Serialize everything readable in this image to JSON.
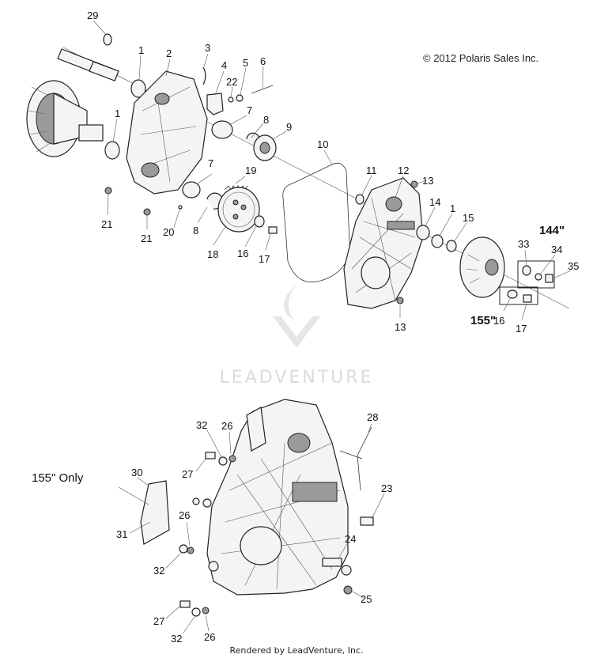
{
  "copyright": "© 2012 Polaris Sales Inc.",
  "rendered_by": "Rendered by LeadVenture, Inc.",
  "watermark": "LEADVENTURE",
  "notes": {
    "size_144": "144\"",
    "size_155": "155\"",
    "only_155": "155\" Only"
  },
  "top_labels": [
    "29",
    "1",
    "2",
    "3",
    "4",
    "5",
    "22",
    "6",
    "1",
    "7",
    "8",
    "9",
    "10",
    "21",
    "21",
    "20",
    "8",
    "7",
    "19",
    "18",
    "16",
    "17",
    "11",
    "12",
    "13",
    "14",
    "1",
    "15",
    "13",
    "33",
    "34",
    "35",
    "16",
    "17"
  ],
  "bottom_labels": [
    "32",
    "26",
    "27",
    "28",
    "30",
    "31",
    "26",
    "23",
    "32",
    "24",
    "27",
    "32",
    "26",
    "25"
  ]
}
